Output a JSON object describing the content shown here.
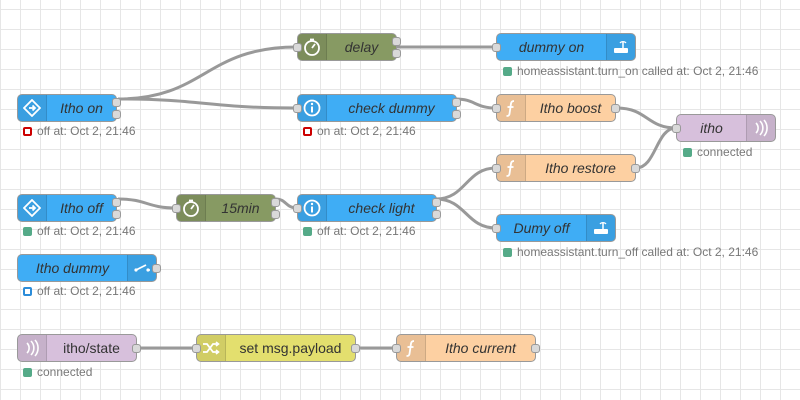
{
  "nodes": {
    "itho_on": {
      "label": "Itho on",
      "icon": "inject-arrow-icon",
      "status": "off at: Oct 2, 21:46"
    },
    "delay": {
      "label": "delay",
      "icon": "timer-icon"
    },
    "dummy_on": {
      "label": "dummy on",
      "icon": "router-icon",
      "status": "homeassistant.turn_on called at: Oct 2, 21:46"
    },
    "check_dummy": {
      "label": "check dummy",
      "icon": "info-icon",
      "status": "on at: Oct 2, 21:46"
    },
    "itho_boost": {
      "label": "Itho boost",
      "icon": "function-icon"
    },
    "itho_out": {
      "label": "itho",
      "icon": "broadcast-icon",
      "status": "connected"
    },
    "itho_restore": {
      "label": "Itho restore",
      "icon": "function-icon"
    },
    "itho_off": {
      "label": "Itho off",
      "icon": "inject-arrow-icon",
      "status": "off at: Oct 2, 21:46"
    },
    "delay_15": {
      "label": "15min",
      "icon": "timer-icon"
    },
    "check_light": {
      "label": "check light",
      "icon": "info-icon",
      "status": "off at: Oct 2, 21:46"
    },
    "dumy_off": {
      "label": "Dumy off",
      "icon": "router-icon",
      "status": "homeassistant.turn_off called at: Oct 2, 21:46"
    },
    "itho_dummy": {
      "label": "Itho dummy",
      "icon": "switch-icon",
      "status": "off at: Oct 2, 21:46"
    },
    "itho_state": {
      "label": "itho/state",
      "icon": "broadcast-icon",
      "status": "connected"
    },
    "set_payload": {
      "label": "set msg.payload",
      "icon": "shuffle-icon"
    },
    "itho_current": {
      "label": "Itho current",
      "icon": "function-icon"
    }
  },
  "colors": {
    "blue": "#3fadf5",
    "olive": "#879a63",
    "orange": "#fdd0a2",
    "lilac": "#d7c0dc",
    "yellow": "#e3df6e",
    "status_green": "#5a8",
    "status_red": "#cc0000",
    "status_blue": "#2b8cd9",
    "wire": "#999999"
  }
}
